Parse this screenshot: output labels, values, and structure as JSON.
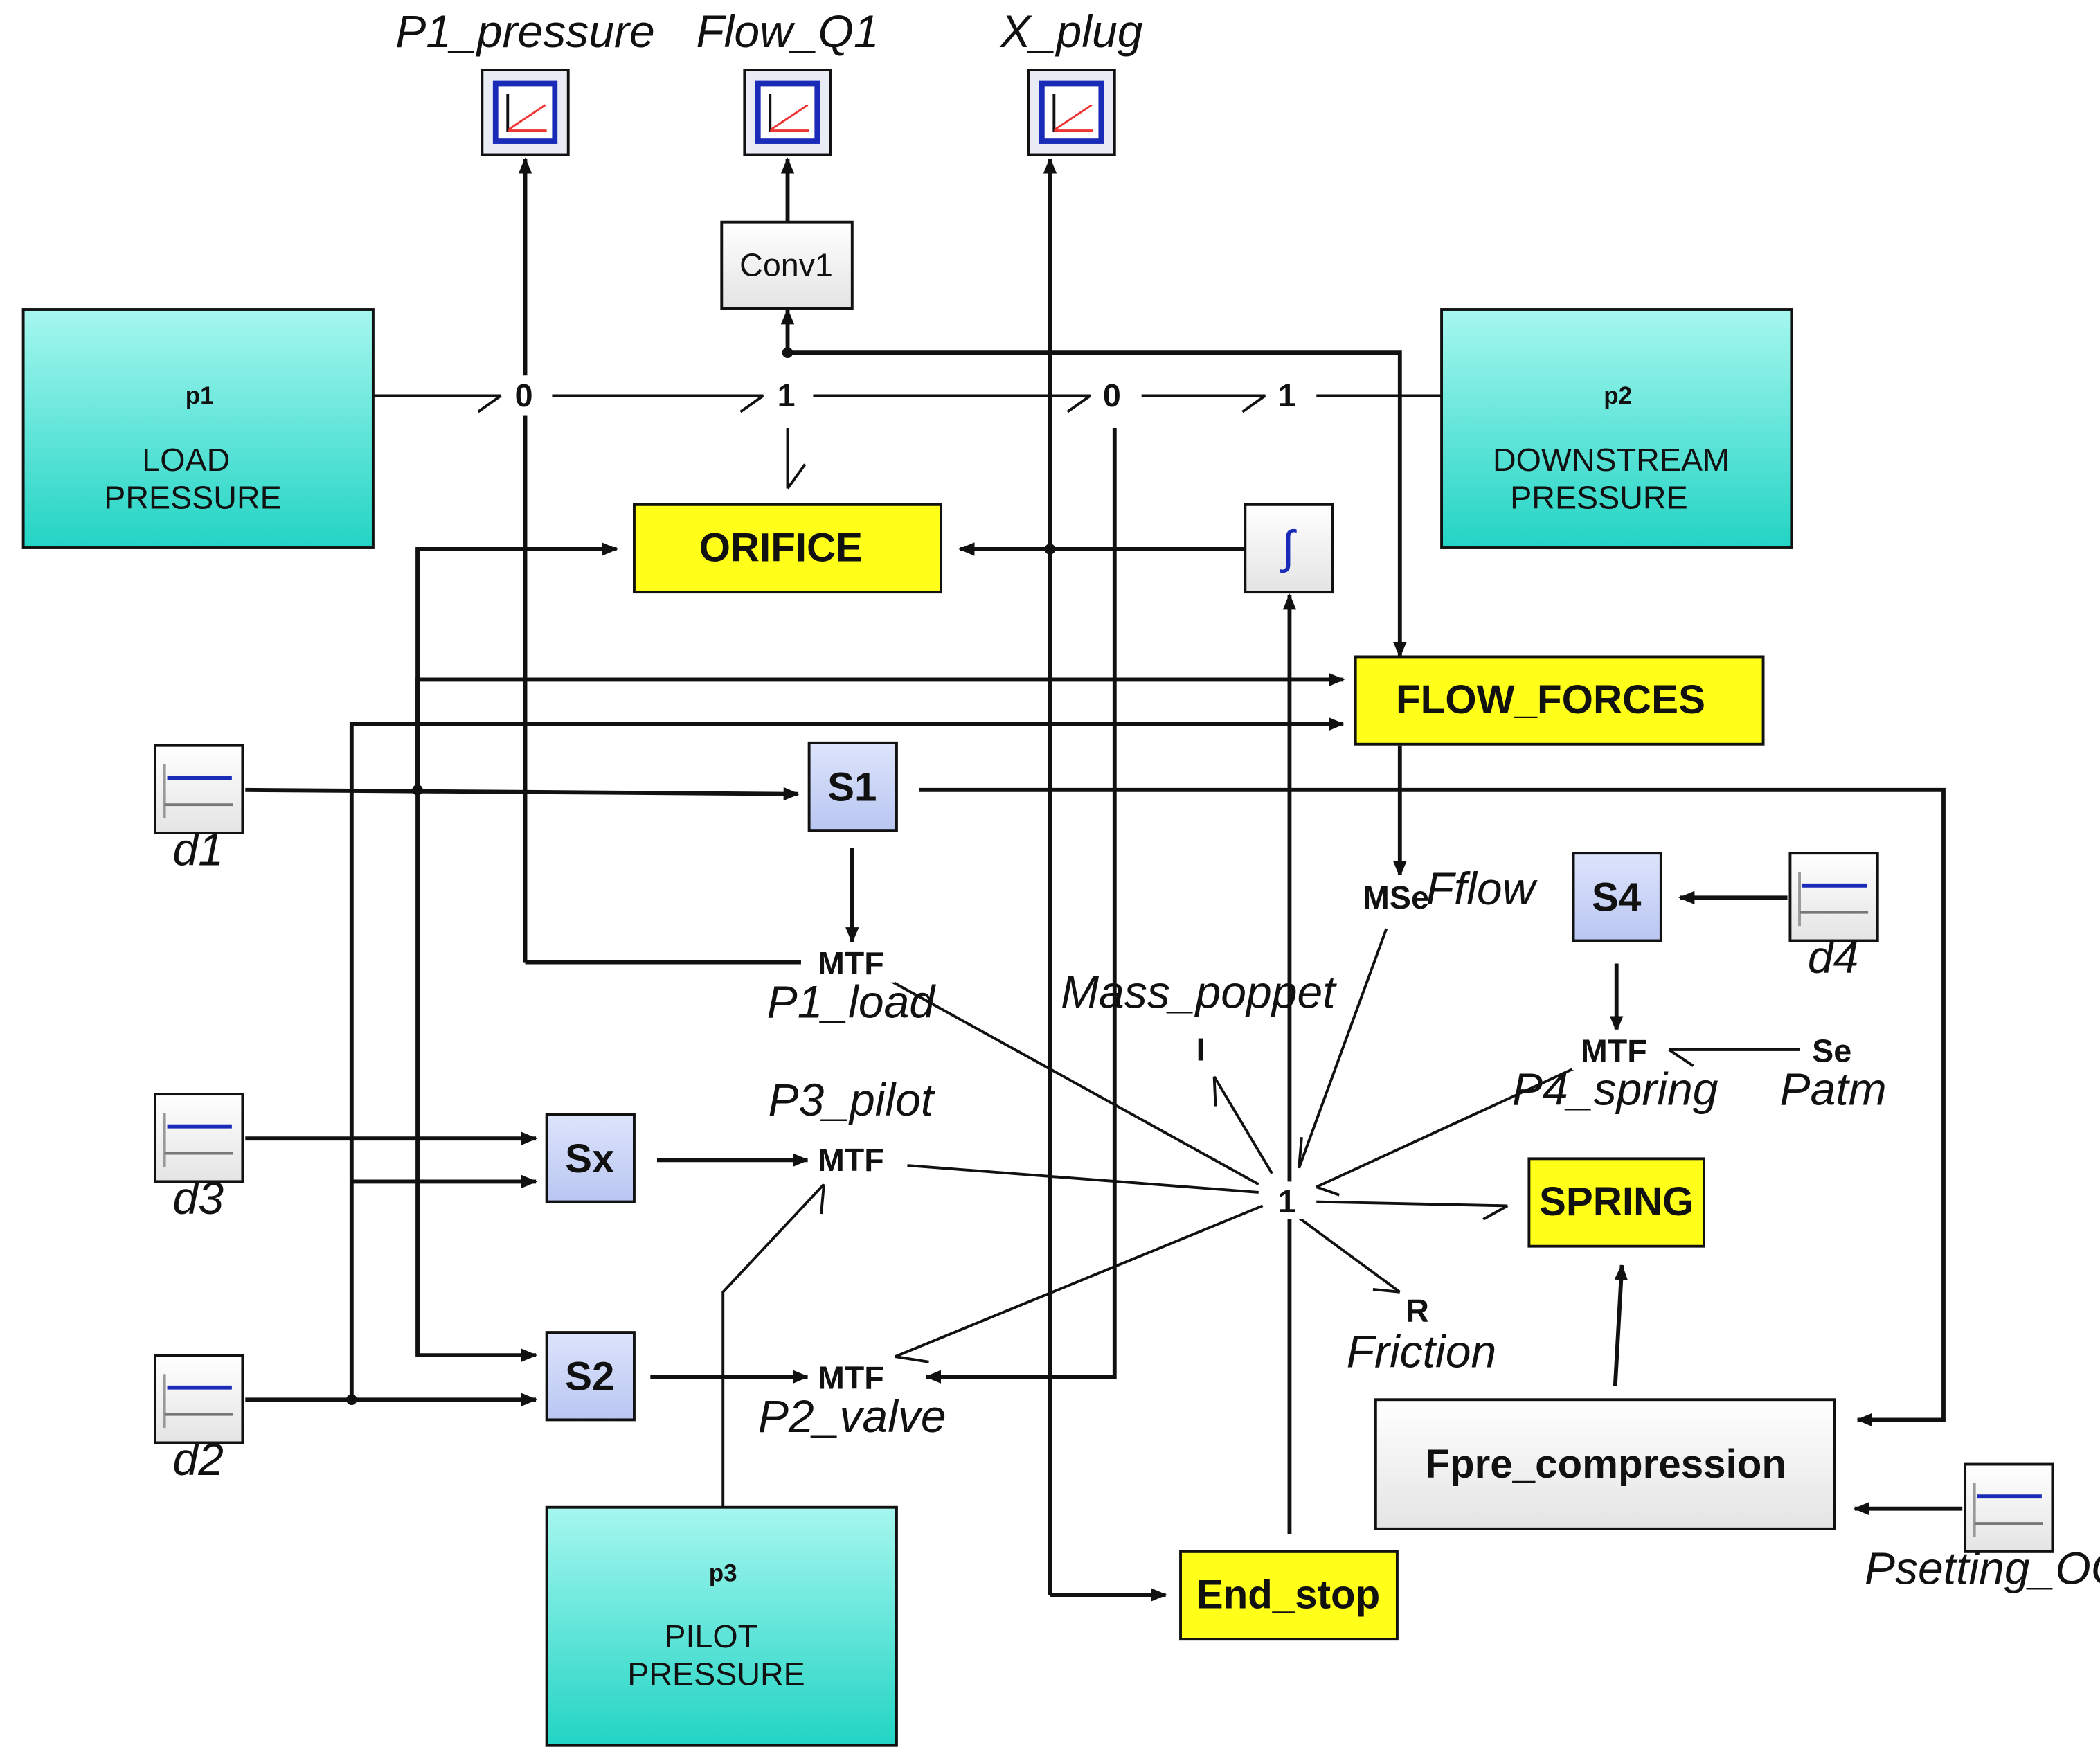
{
  "scopes": {
    "p1_pressure": "P1_pressure",
    "flow_q1": "Flow_Q1",
    "x_plug": "X_plug"
  },
  "blocks": {
    "conv1": "Conv1",
    "orifice": "ORIFICE",
    "integrator": "∫",
    "flow_forces": "FLOW_FORCES",
    "s1": "S1",
    "s4": "S4",
    "sx": "Sx",
    "s2": "S2",
    "spring": "SPRING",
    "fpre_compression": "Fpre_compression",
    "end_stop": "End_stop"
  },
  "pressure_sources": {
    "load": {
      "port": "p1",
      "line1": "LOAD",
      "line2": "PRESSURE"
    },
    "downstream": {
      "port": "p2",
      "line1": "DOWNSTREAM",
      "line2": "PRESSURE"
    },
    "pilot": {
      "port": "p3",
      "line1": "PILOT",
      "line2": "PRESSURE"
    }
  },
  "signals": {
    "d1": "d1",
    "d3": "d3",
    "d2": "d2",
    "d4": "d4",
    "psetting": "Psetting_OCV"
  },
  "junctions": {
    "j0a": "0",
    "j1a": "1",
    "j0b": "0",
    "j1b": "1",
    "j1c": "1"
  },
  "elements": {
    "mse": "MSe",
    "mse_name": "Fflow",
    "mtf_p1": "MTF",
    "mtf_p1_name": "P1_load",
    "mtf_p3": "MTF",
    "mtf_p3_name": "P3_pilot",
    "mtf_p2": "MTF",
    "mtf_p2_name": "P2_valve",
    "mtf_p4": "MTF",
    "mtf_p4_name": "P4_spring",
    "inertia": "I",
    "inertia_name": "Mass_poppet",
    "se": "Se",
    "se_name": "Patm",
    "r": "R",
    "r_name": "Friction"
  },
  "colors": {
    "cyan_top": "#a6f7ef",
    "cyan_bottom": "#22d4c4",
    "yellow": "#ffff1a",
    "lavender": "#c9d3f6",
    "gray_block": "#f2f2f2",
    "scope_blue": "#1a2bb8"
  }
}
